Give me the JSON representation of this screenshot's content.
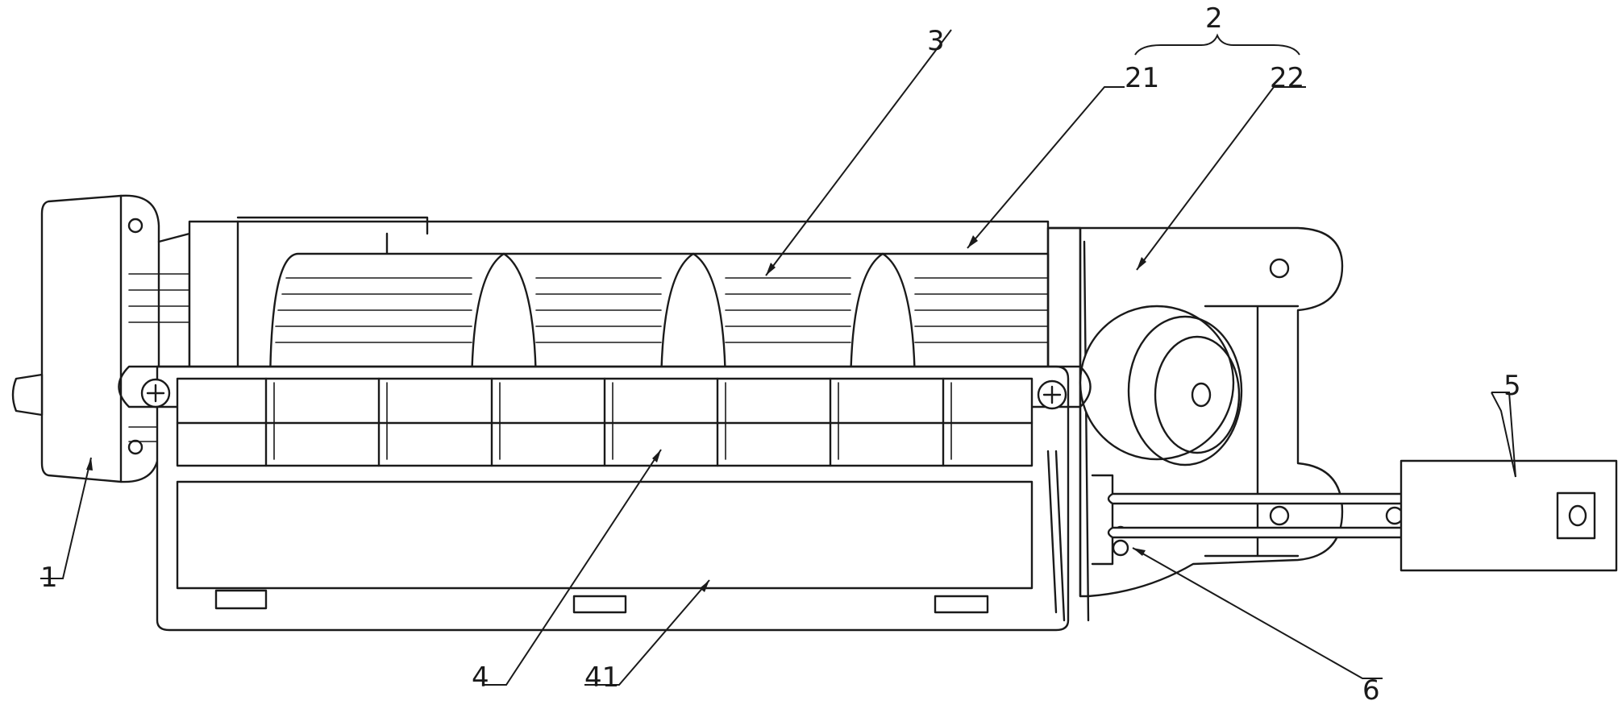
{
  "labels": {
    "part_1": "1",
    "part_2": "2",
    "part_21": "21",
    "part_22": "22",
    "part_3": "3",
    "part_4": "4",
    "part_41": "41",
    "part_5": "5",
    "part_6": "6"
  }
}
